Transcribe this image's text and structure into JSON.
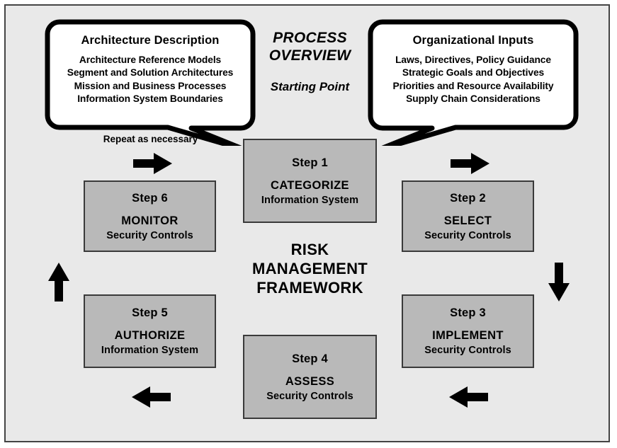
{
  "diagram": {
    "title": "PROCESS OVERVIEW",
    "subtitle": "Starting Point",
    "center_title_line1": "RISK",
    "center_title_line2": "MANAGEMENT",
    "center_title_line3": "FRAMEWORK",
    "repeat_label": "Repeat as necessary",
    "colors": {
      "background": "#e9e9e9",
      "box_fill": "#b9b9b9",
      "box_border": "#3a3a3a",
      "frame_border": "#444444",
      "callout_fill": "#ffffff",
      "callout_border": "#000000",
      "arrow_fill": "#000000",
      "text": "#000000"
    }
  },
  "callouts": [
    {
      "id": "architecture-description",
      "title": "Architecture Description",
      "lines": [
        "Architecture Reference Models",
        "Segment and Solution Architectures",
        "Mission and Business Processes",
        "Information System Boundaries"
      ]
    },
    {
      "id": "organizational-inputs",
      "title": "Organizational Inputs",
      "lines": [
        "Laws, Directives, Policy Guidance",
        "Strategic Goals and Objectives",
        "Priorities and Resource Availability",
        "Supply Chain Considerations"
      ]
    }
  ],
  "steps": [
    {
      "id": "step1",
      "number": "Step 1",
      "action": "CATEGORIZE",
      "object": "Information System"
    },
    {
      "id": "step2",
      "number": "Step 2",
      "action": "SELECT",
      "object": "Security Controls"
    },
    {
      "id": "step3",
      "number": "Step 3",
      "action": "IMPLEMENT",
      "object": "Security Controls"
    },
    {
      "id": "step4",
      "number": "Step 4",
      "action": "ASSESS",
      "object": "Security Controls"
    },
    {
      "id": "step5",
      "number": "Step 5",
      "action": "AUTHORIZE",
      "object": "Information System"
    },
    {
      "id": "step6",
      "number": "Step 6",
      "action": "MONITOR",
      "object": "Security Controls"
    }
  ],
  "arrows": [
    {
      "id": "arrow-repeat",
      "direction": "right",
      "icon": "arrow-right-icon"
    },
    {
      "id": "arrow-top-right",
      "direction": "right",
      "icon": "arrow-right-icon"
    },
    {
      "id": "arrow-right-down",
      "direction": "down",
      "icon": "arrow-down-icon"
    },
    {
      "id": "arrow-bottom-right",
      "direction": "left",
      "icon": "arrow-left-icon"
    },
    {
      "id": "arrow-bottom-left",
      "direction": "left",
      "icon": "arrow-left-icon"
    },
    {
      "id": "arrow-left-up",
      "direction": "up",
      "icon": "arrow-up-icon"
    }
  ]
}
